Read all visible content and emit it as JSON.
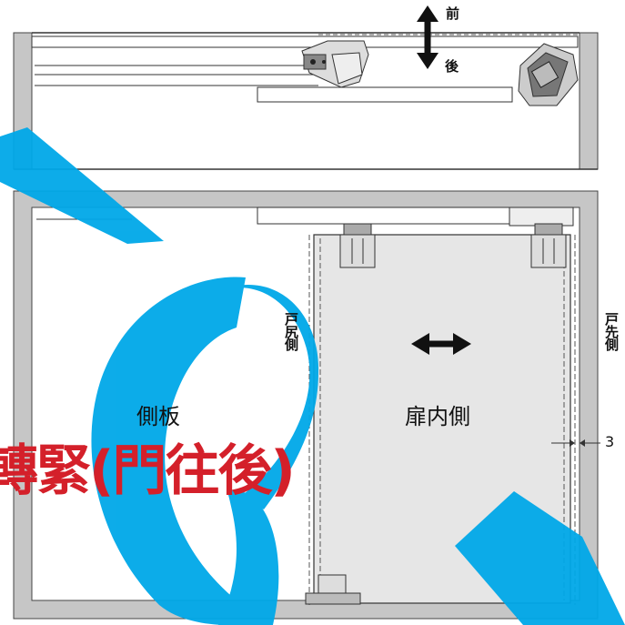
{
  "labels": {
    "front": "前",
    "back": "後",
    "side_panel": "側板",
    "door_inside": "扉内側",
    "door_tail_side": "戸尻側",
    "door_tip_side": "戸先側",
    "gap_value": "3"
  },
  "overlay_text": "轉緊(門往後)",
  "colors": {
    "panel_fill": "#c6c6c6",
    "door_fill": "#e6e6e6",
    "line": "#333333",
    "watermark_blue": "#00a8e8",
    "overlay_red": "#d4202a"
  }
}
